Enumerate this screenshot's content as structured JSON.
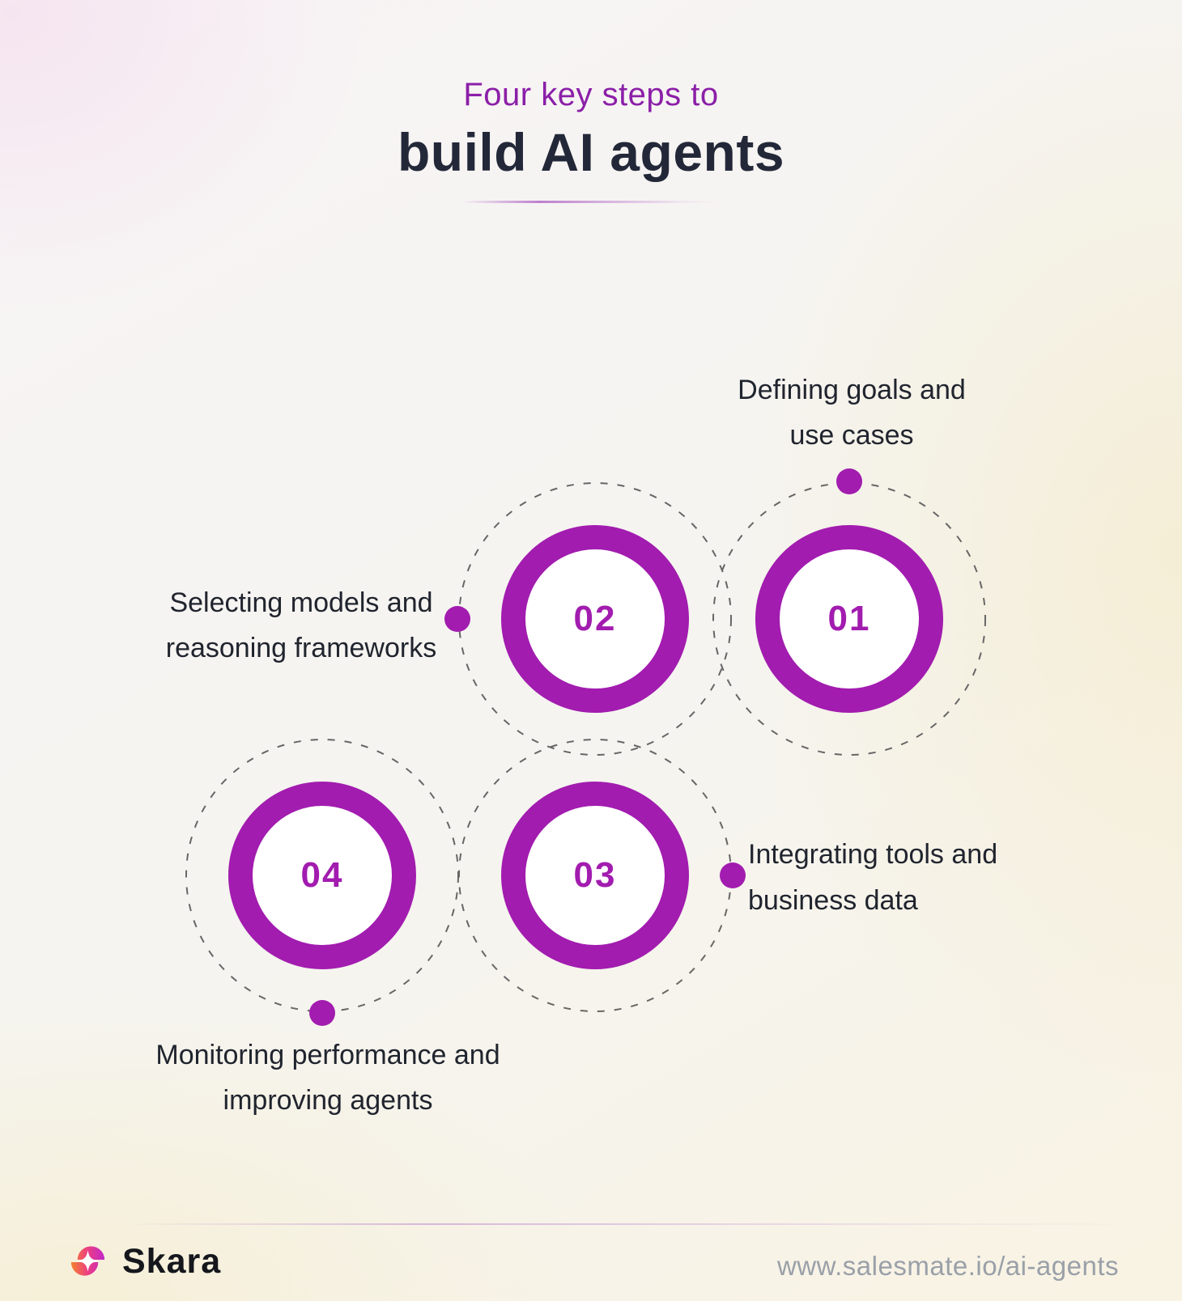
{
  "header": {
    "subtitle": "Four key steps to",
    "title": "build AI agents"
  },
  "steps": [
    {
      "number": "01",
      "lines": [
        "Defining goals and",
        "use cases"
      ]
    },
    {
      "number": "02",
      "lines": [
        "Selecting models and",
        "reasoning frameworks"
      ]
    },
    {
      "number": "03",
      "lines": [
        "Integrating tools and",
        "business data"
      ]
    },
    {
      "number": "04",
      "lines": [
        "Monitoring performance and",
        "improving agents"
      ]
    }
  ],
  "footer": {
    "brand": "Skara",
    "url": "www.salesmate.io/ai-agents"
  },
  "colors": {
    "accent_purple": "#A21CAF",
    "subtitle_purple": "#8B1FA8",
    "title_dark": "#232839",
    "label_text": "#20242E",
    "dash_gray": "#666666",
    "url_gray": "#9AA0A8",
    "logo_gradient_start": "#F5822D",
    "logo_gradient_mid": "#EC3E83",
    "logo_gradient_end": "#C327C9"
  }
}
